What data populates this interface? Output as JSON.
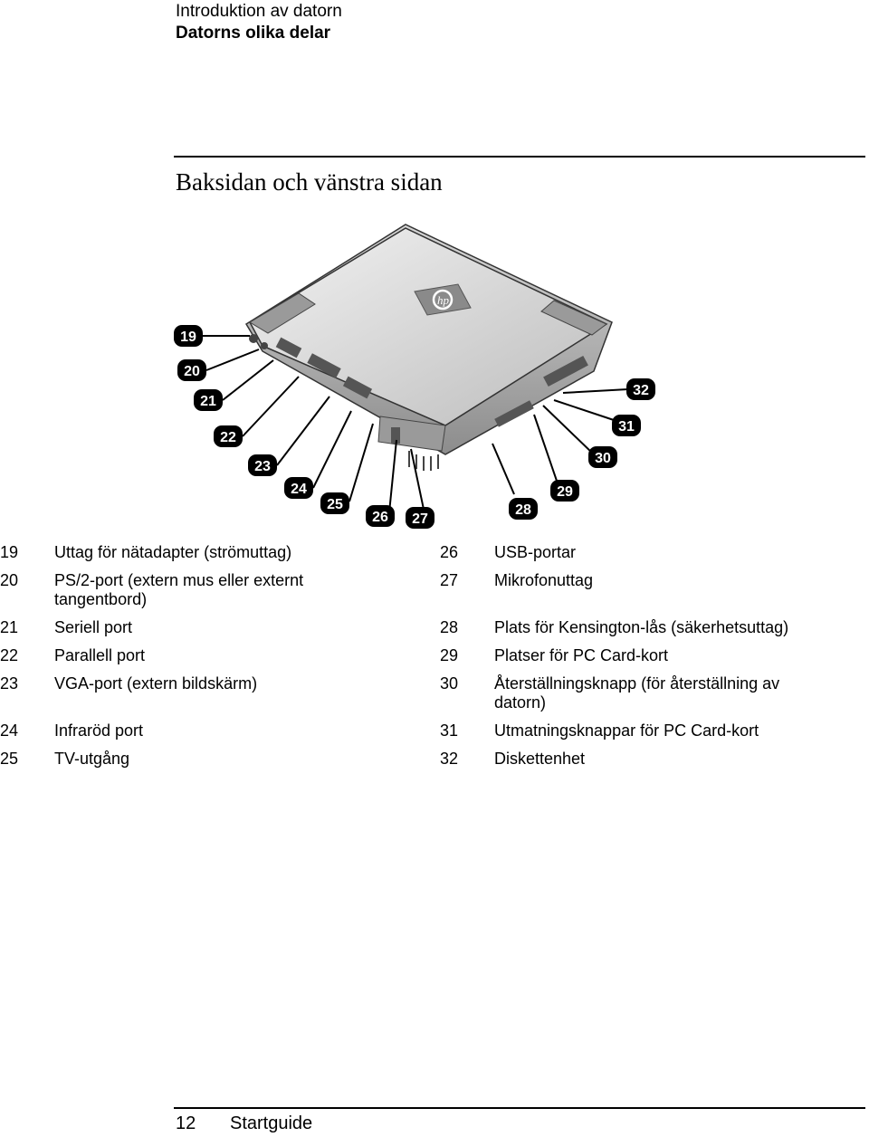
{
  "header": {
    "chapter": "Introduktion av datorn",
    "section": "Datorns olika delar"
  },
  "title": "Baksidan och vänstra sidan",
  "figure": {
    "logo": "hp",
    "callouts": [
      "19",
      "20",
      "21",
      "22",
      "23",
      "24",
      "25",
      "26",
      "27",
      "28",
      "29",
      "30",
      "31",
      "32"
    ]
  },
  "legend": {
    "left": [
      {
        "num": "19",
        "text": "Uttag för nätadapter (strömuttag)"
      },
      {
        "num": "20",
        "text": "PS/2-port (extern mus eller externt tangentbord)"
      },
      {
        "num": "21",
        "text": "Seriell port"
      },
      {
        "num": "22",
        "text": "Parallell port"
      },
      {
        "num": "23",
        "text": "VGA-port (extern bildskärm)"
      },
      {
        "num": "24",
        "text": "Infraröd port"
      },
      {
        "num": "25",
        "text": "TV-utgång"
      }
    ],
    "right": [
      {
        "num": "26",
        "text": "USB-portar"
      },
      {
        "num": "27",
        "text": "Mikrofonuttag"
      },
      {
        "num": "28",
        "text": "Plats för Kensington-lås (säkerhetsuttag)"
      },
      {
        "num": "29",
        "text": "Platser för PC Card-kort"
      },
      {
        "num": "30",
        "text": "Återställningsknapp (för återställning av datorn)"
      },
      {
        "num": "31",
        "text": "Utmatningsknappar för PC Card-kort"
      },
      {
        "num": "32",
        "text": "Diskettenhet"
      }
    ]
  },
  "footer": {
    "page": "12",
    "title": "Startguide"
  }
}
